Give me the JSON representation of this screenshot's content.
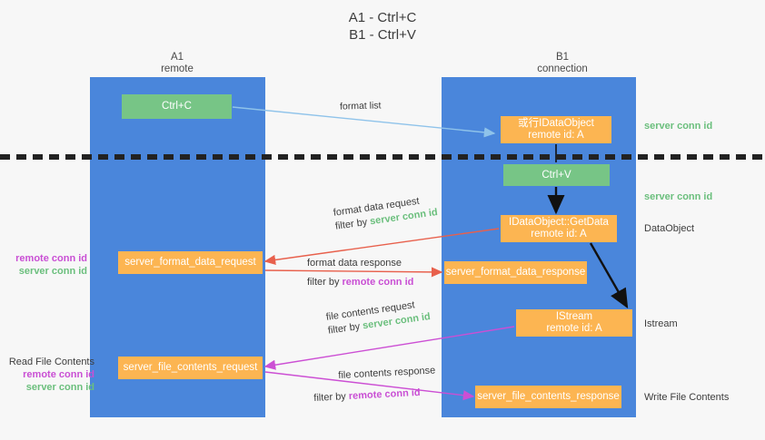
{
  "title": "A1 - Ctrl+C\nB1 - Ctrl+V",
  "columns": {
    "left": {
      "name": "A1",
      "role": "remote",
      "header": "A1\nremote"
    },
    "right": {
      "name": "B1",
      "role": "connection",
      "header": "B1\nconnection"
    }
  },
  "boxes": {
    "ctrl_c": "Ctrl+C",
    "ctrl_v": "Ctrl+V",
    "idataobject": "或行IDataObject\nremote id: A",
    "getdata": "IDataObject::GetData\nremote id: A",
    "istream": "IStream\nremote id: A",
    "server_format_data_request": "server_format_data_request",
    "server_format_data_response": "server_format_data_response",
    "server_file_contents_request": "server_file_contents_request",
    "server_file_contents_response": "server_file_contents_response"
  },
  "side_labels": {
    "server_conn_id_top": "server conn id",
    "server_conn_id_second": "server conn id",
    "dataobject": "DataObject",
    "istream": "Istream",
    "write_file_contents": "Write File Contents",
    "read_file_contents": "Read File Contents",
    "remote_conn_id": "remote conn id",
    "server_conn_id": "server conn id"
  },
  "annotations": {
    "format_list": "format list",
    "format_data_request": "format data request",
    "format_data_request_filter_prefix": "filter by ",
    "format_data_request_filter_value": "server conn id",
    "format_data_response": "format data response",
    "format_data_response_filter_prefix": "filter by ",
    "format_data_response_filter_value": "remote conn id",
    "file_contents_request": "file contents request",
    "file_contents_request_filter_prefix": "filter by ",
    "file_contents_request_filter_value": "server conn id",
    "file_contents_response": "file contents response",
    "file_contents_response_filter_prefix": "filter by ",
    "file_contents_response_filter_value": "remote conn id"
  },
  "colors": {
    "lane": "#4a86db",
    "green_box": "#77c586",
    "orange_box": "#fcb552",
    "green_text": "#6bbf7d",
    "magenta_text": "#c94fd4",
    "arrow_light_blue": "#8fc3ea",
    "arrow_red": "#e8604c",
    "arrow_magenta": "#cc4fd4",
    "arrow_black": "#111111",
    "background": "#f7f7f7"
  }
}
